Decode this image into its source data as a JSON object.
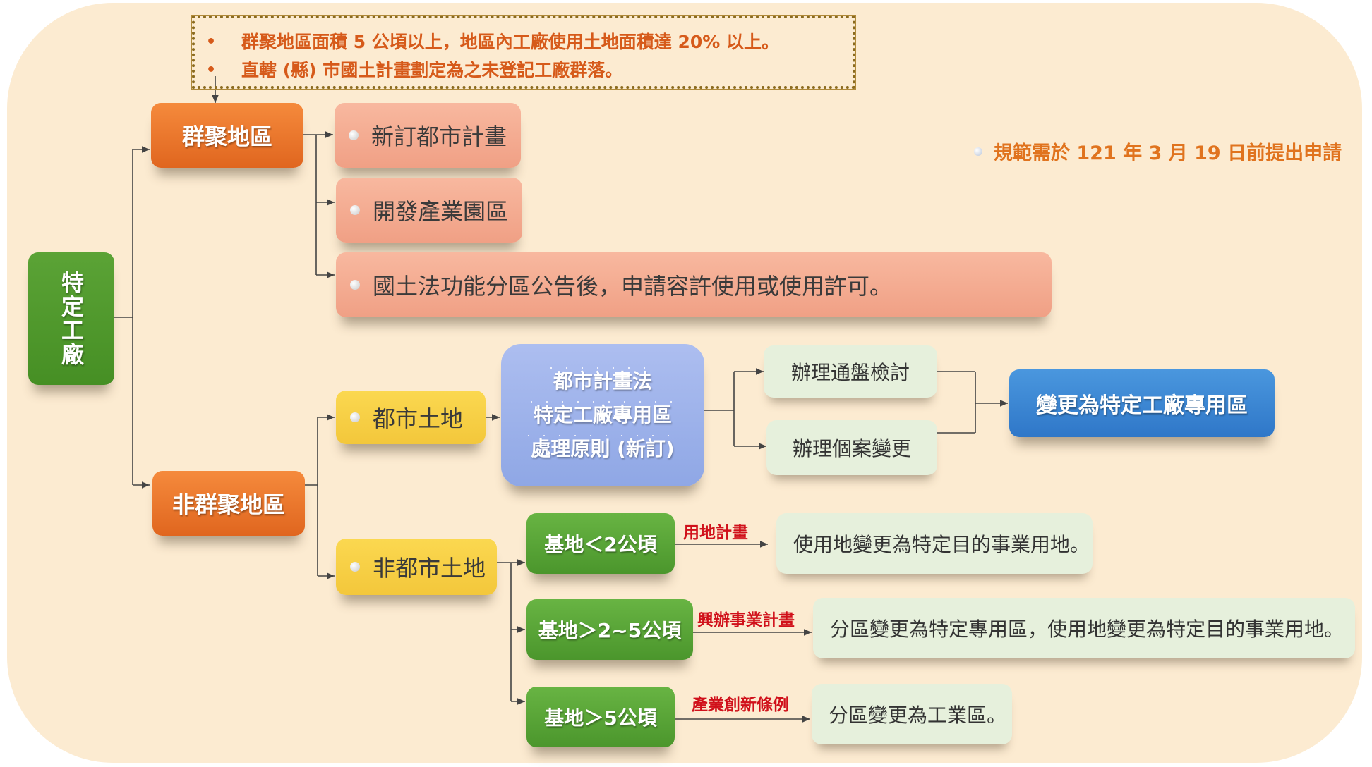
{
  "criteria": [
    "群聚地區面積 5 公頃以上，地區內工廠使用土地面積達 20% 以上。",
    "直轄 (縣) 市國土計畫劃定為之未登記工廠群落。"
  ],
  "criteria_bullet": "•",
  "deadline": "規範需於 121 年 3 月 19 日前提出申請",
  "root": "特定工廠",
  "cluster": {
    "label": "群聚地區",
    "options": [
      "新訂都市計畫",
      "開發產業園區",
      "國土法功能分區公告後，申請容許使用或使用許可。"
    ]
  },
  "noncluster": {
    "label": "非群聚地區",
    "urban": {
      "label": "都市土地",
      "principle": [
        "都市計畫法",
        "特定工廠專用區",
        "處理原則 (新訂)"
      ],
      "actions": [
        "辦理通盤檢討",
        "辦理個案變更"
      ],
      "result": "變更為特定工廠專用區"
    },
    "nonurban": {
      "label": "非都市土地",
      "branches": [
        {
          "site": "基地＜2公頃",
          "plan": "用地計畫",
          "result": "使用地變更為特定目的事業用地。"
        },
        {
          "site": "基地＞2~5公頃",
          "plan": "興辦事業計畫",
          "result": "分區變更為特定專用區，使用地變更為特定目的事業用地。"
        },
        {
          "site": "基地＞5公頃",
          "plan": "產業創新條例",
          "result": "分區變更為工業區。"
        }
      ]
    }
  },
  "colors": {
    "background": "#fcebd1",
    "orange": "#e8722a",
    "salmon": "#f4aa8f",
    "yellow": "#f7cf45",
    "green": "#56a232",
    "blue": "#3a86d4",
    "lavender": "#9fb2ec",
    "mint": "#e6f0dc",
    "label_red": "#d0101a",
    "criteria_text": "#d65a1a"
  }
}
